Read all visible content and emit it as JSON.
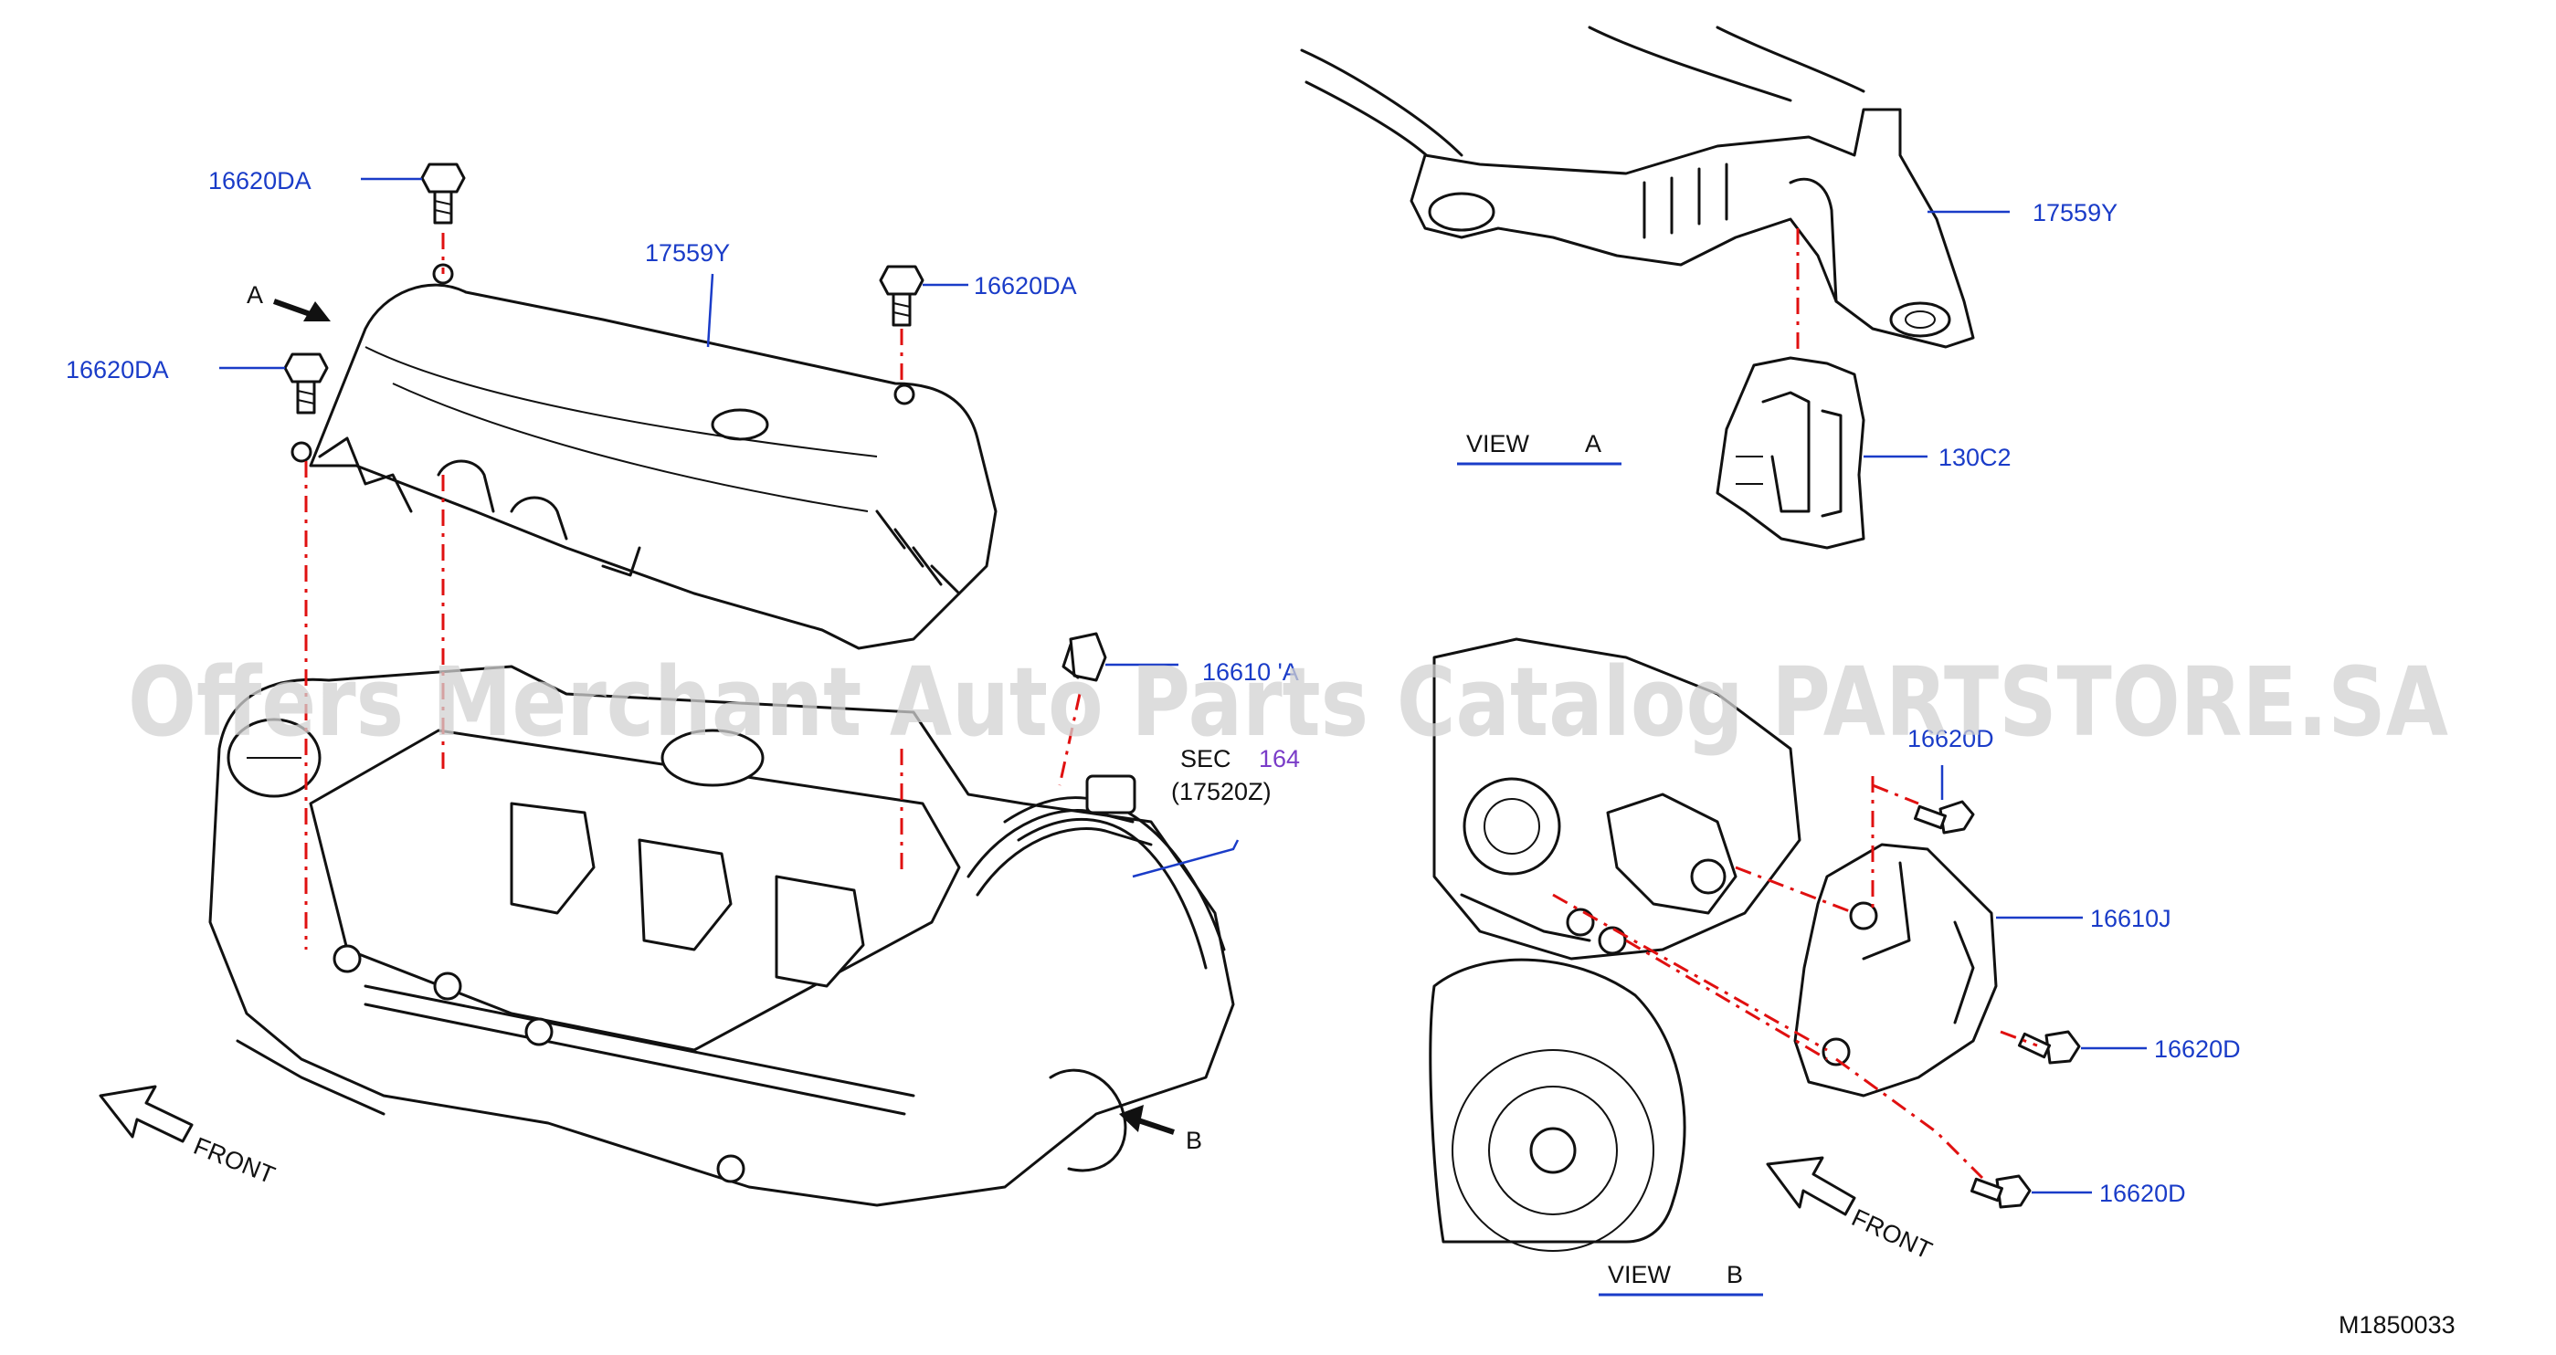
{
  "watermark": "Offers Merchant Auto Parts Catalog PARTSTORE.SA",
  "diagram_id": "M1850033",
  "colors": {
    "label": "#1a3cc8",
    "sec_number": "#7a3cc8",
    "dashed_line": "#e01010",
    "text": "#111111"
  },
  "left_view": {
    "view_marker_a": "A",
    "view_marker_b": "B",
    "front_label": "FRONT",
    "labels": {
      "bolt_top": "16620DA",
      "bolt_left": "16620DA",
      "bolt_right": "16620DA",
      "cover": "17559Y",
      "clip": "16610 'A",
      "sec_prefix": "SEC",
      "sec_number": "164",
      "sec_part": "(17520Z)"
    }
  },
  "view_a": {
    "title": "VIEW",
    "letter": "A",
    "labels": {
      "cover": "17559Y",
      "bracket": "130C2"
    }
  },
  "view_b": {
    "title": "VIEW",
    "letter": "B",
    "front_label": "FRONT",
    "labels": {
      "bolt_top": "16620D",
      "bracket": "16610J",
      "bolt_mid": "16620D",
      "bolt_bottom": "16620D"
    }
  }
}
